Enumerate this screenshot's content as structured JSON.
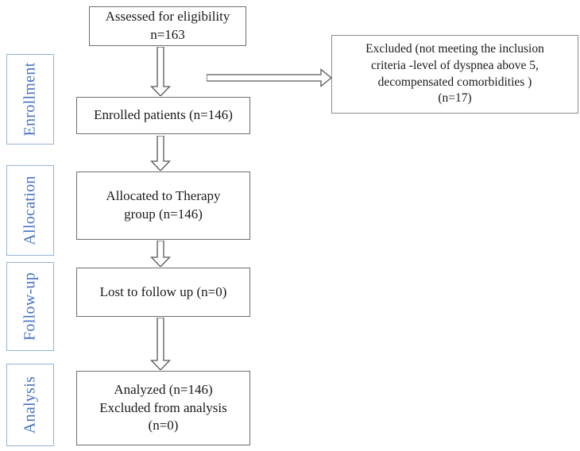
{
  "diagram": {
    "type": "consort-flow",
    "stages": [
      {
        "label": "Enrollment"
      },
      {
        "label": "Allocation"
      },
      {
        "label": "Follow-up"
      },
      {
        "label": "Analysis"
      }
    ],
    "boxes": {
      "assessed": "Assessed for eligibility\nn=163",
      "excluded": "Excluded (not meeting the inclusion\ncriteria -level of dyspnea above 5,\ndecompensated comorbidities )\n(n=17)",
      "enrolled": "Enrolled patients (n=146)",
      "allocated": "Allocated to Therapy\ngroup (n=146)",
      "lost": "Lost to follow up (n=0)",
      "analyzed": "Analyzed (n=146)\nExcluded from analysis\n(n=0)"
    },
    "counts": {
      "assessed": 163,
      "excluded": 17,
      "enrolled": 146,
      "allocated": 146,
      "lost_to_follow_up": 0,
      "analyzed": 146,
      "excluded_from_analysis": 0
    },
    "colors": {
      "accent": "#4472C4",
      "side_border": "#95B3D7",
      "box_border": "#6e6e6e",
      "arrow": "#595959"
    }
  }
}
